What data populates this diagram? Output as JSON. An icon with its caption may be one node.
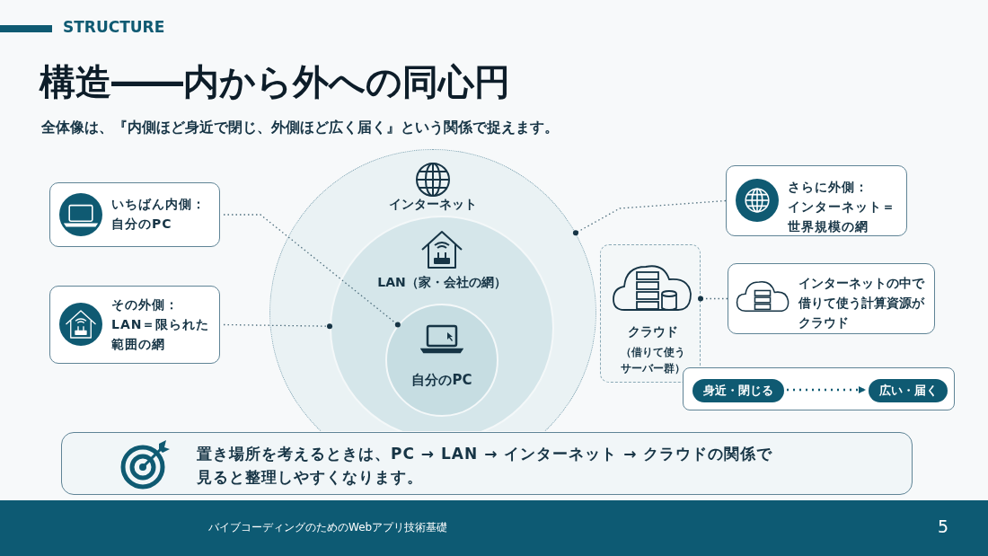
{
  "diagram": {
    "title": "構造――内から外への同心円",
    "nodes": [
      {
        "text": [
          "インターネット"
        ]
      },
      {
        "text": [
          "LAN（家・会社の網）"
        ],
        "in": 0
      },
      {
        "text": [
          "自分のPC"
        ],
        "in": 1
      },
      {
        "text": [
          "クラウド",
          "（借りて使うサーバー群）"
        ]
      },
      {
        "text": [
          "いちばん内側：自分のPC"
        ]
      },
      {
        "text": [
          "その外側：LAN＝限られた範囲の網"
        ]
      },
      {
        "text": [
          "さらに外側：インターネット＝世界規模の網"
        ]
      },
      {
        "text": [
          "インターネットの中で借りて使う計算資源がクラウド"
        ]
      },
      {
        "text": [],
        "shape": "box"
      },
      {
        "text": [
          "身近・閉じる"
        ],
        "in": 8
      },
      {
        "text": [
          "広い・届く"
        ],
        "in": 8
      },
      {
        "text": [
          "置き場所を考えるときは、PC → LAN → インターネット → クラウドの関係で見ると整理しやすくなります。"
        ]
      }
    ],
    "edges": [
      {
        "from": 4,
        "to": 2,
        "arrow": "other",
        "style": "dashed"
      },
      {
        "from": 5,
        "to": 1,
        "arrow": "other",
        "style": "dashed"
      },
      {
        "from": 6,
        "to": 0,
        "arrow": "other",
        "style": "dashed"
      },
      {
        "from": 7,
        "to": 3,
        "arrow": "other",
        "style": "dashed"
      },
      {
        "from": 9,
        "to": 10,
        "arrow": "to",
        "style": "dashed"
      }
    ],
    "labels": [
      "STRUCTURE",
      "全体像は、『内側ほど身近で閉じ、外側ほど広く届く』という関係で捉えます。",
      "バイブコーディングのためのWebアプリ技術基礎",
      "5"
    ]
  }
}
